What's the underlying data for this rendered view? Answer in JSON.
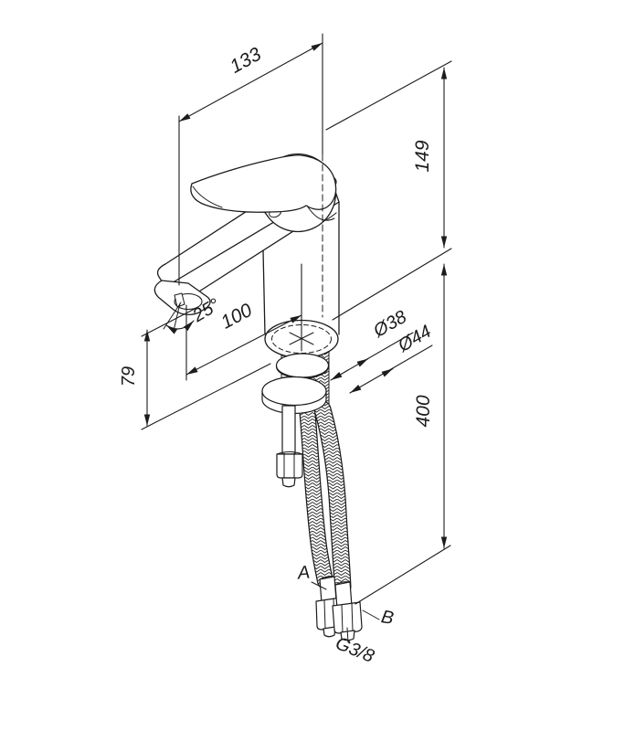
{
  "drawing": {
    "type": "isometric-technical-drawing",
    "subject": "single-hole basin mixer faucet with lever handle, mounting hardware and flexible supply hoses",
    "dimensions": {
      "reach_133": "133",
      "height_149": "149",
      "angle_25": "25°",
      "projection_100": "100",
      "spout_height_79": "79",
      "dia_38": "Ø38",
      "dia_44": "Ø44",
      "hose_400": "400",
      "hose_a": "A",
      "hose_b": "B",
      "thread": "G3/8"
    },
    "colors": {
      "background": "#ffffff",
      "line": "#1c1c1c"
    }
  }
}
